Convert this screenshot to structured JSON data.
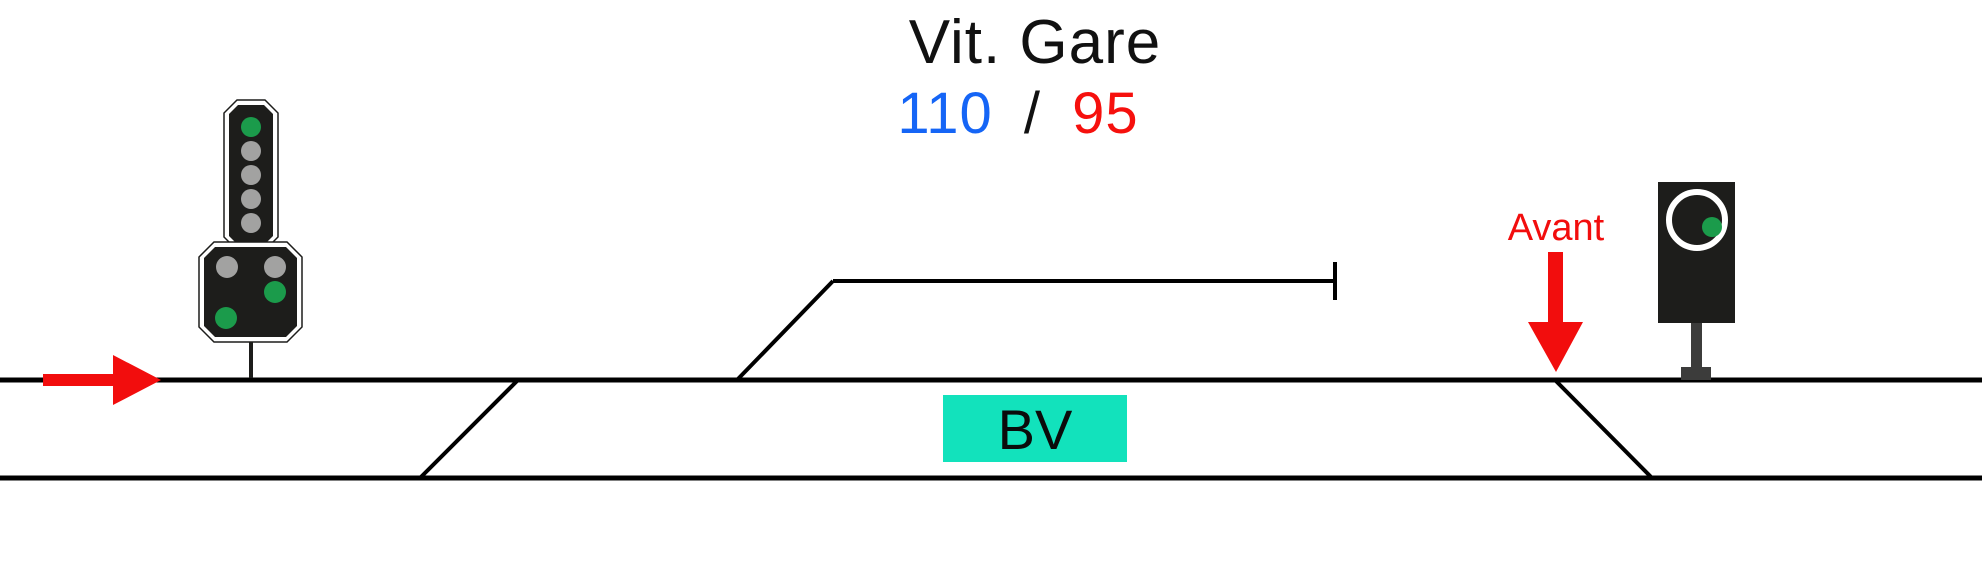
{
  "diagram": {
    "title": "Vit. Gare",
    "speeds": {
      "main_track": "110",
      "separator": "/",
      "diverging": "95"
    },
    "station_building_label": "BV",
    "avant_label": "Avant"
  },
  "colors": {
    "speed_main_blue": "#1565F6",
    "speed_separator_black": "#111111",
    "speed_diverging_red": "#F6100D",
    "annotation_red": "#F20D0D",
    "arrow_red": "#F20D0D",
    "station_building_fill": "#12E2BC",
    "signal_body_black": "#1D1D1B",
    "signal_post_gray": "#3C3C3B",
    "lamp_ring_white": "#FFFFFF",
    "track_black": "#000000",
    "light_green": "#1B9B4B",
    "light_gray": "#A2A2A1"
  },
  "signals": {
    "left": {
      "column_lights": [
        "#1B9B4B",
        "#A2A2A1",
        "#A2A2A1",
        "#A2A2A1",
        "#A2A2A1"
      ],
      "panel_lights": [
        "#A2A2A1",
        "#A2A2A1",
        "#1B9B4B",
        "#1B9B4B"
      ]
    },
    "right": {
      "lamp_color": "#1B9B4B"
    }
  }
}
